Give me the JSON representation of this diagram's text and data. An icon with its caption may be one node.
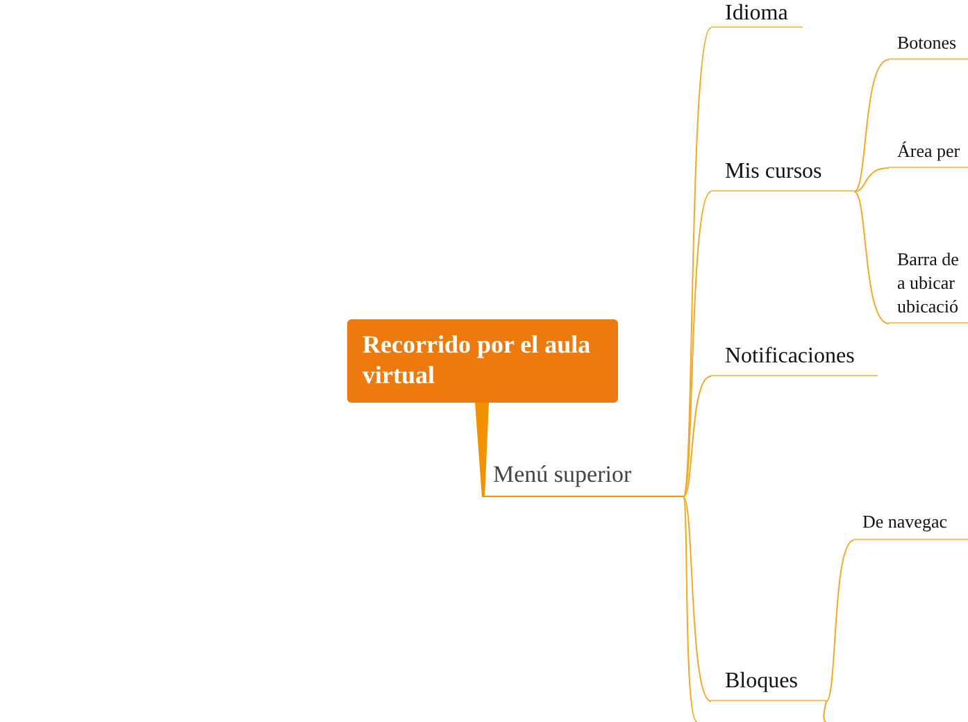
{
  "diagram": {
    "nodes": [
      {
        "text": [
          "Recorrido por el aula virtual"
        ]
      },
      {
        "text": [
          "Menú superior"
        ]
      },
      {
        "text": [
          "Idioma"
        ]
      },
      {
        "text": [
          "Mis cursos"
        ]
      },
      {
        "text": [
          "Botones"
        ]
      },
      {
        "text": [
          "Área per"
        ]
      },
      {
        "text": [
          "Barra de a ubicar ubicació"
        ]
      },
      {
        "text": [
          "Notificaciones"
        ]
      },
      {
        "text": [
          "De navegac"
        ]
      },
      {
        "text": [
          "Bloques"
        ]
      }
    ],
    "edges": [
      {
        "from": 0,
        "to": 1,
        "arrow": "none",
        "style": "thick"
      },
      {
        "from": 1,
        "to": 2,
        "arrow": "none"
      },
      {
        "from": 1,
        "to": 3,
        "arrow": "none"
      },
      {
        "from": 1,
        "to": 7,
        "arrow": "none"
      },
      {
        "from": 1,
        "to": 9,
        "arrow": "none"
      },
      {
        "from": 1,
        "to": null,
        "arrow": "none"
      },
      {
        "from": 3,
        "to": 4,
        "arrow": "none"
      },
      {
        "from": 3,
        "to": 5,
        "arrow": "none"
      },
      {
        "from": 3,
        "to": 6,
        "arrow": "none"
      },
      {
        "from": 9,
        "to": 8,
        "arrow": "none"
      },
      {
        "from": 9,
        "to": null,
        "arrow": "none"
      }
    ]
  }
}
